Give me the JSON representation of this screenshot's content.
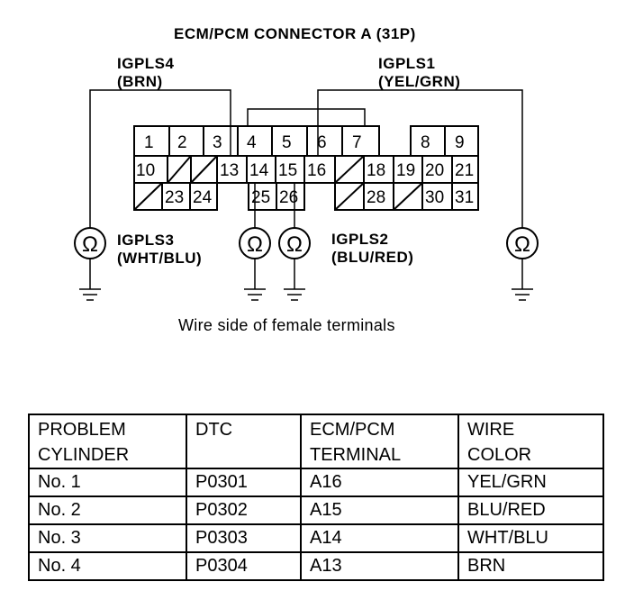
{
  "diagram": {
    "title": "ECM/PCM CONNECTOR A (31P)",
    "caption": "Wire side of female terminals",
    "labels": {
      "igpls4_name": "IGPLS4",
      "igpls4_color": "(BRN)",
      "igpls1_name": "IGPLS1",
      "igpls1_color": "(YEL/GRN)",
      "igpls3_name": "IGPLS3",
      "igpls3_color": "(WHT/BLU)",
      "igpls2_name": "IGPLS2",
      "igpls2_color": "(BLU/RED)"
    },
    "ohm_symbol": "Ω",
    "pins_row1": [
      "1",
      "2",
      "3",
      "4",
      "5",
      "6",
      "7",
      "8",
      "9"
    ],
    "pins_row2": [
      "10",
      "13",
      "14",
      "15",
      "16",
      "18",
      "19",
      "20",
      "21"
    ],
    "pins_row3": [
      "23",
      "24",
      "25",
      "26",
      "28",
      "30",
      "31"
    ]
  },
  "table": {
    "headers": [
      [
        "PROBLEM",
        "CYLINDER"
      ],
      [
        "DTC",
        ""
      ],
      [
        "ECM/PCM",
        "TERMINAL"
      ],
      [
        "WIRE",
        "COLOR"
      ]
    ],
    "rows": [
      {
        "cylinder": "No. 1",
        "dtc": "P0301",
        "terminal": "A16",
        "color": "YEL/GRN"
      },
      {
        "cylinder": "No. 2",
        "dtc": "P0302",
        "terminal": "A15",
        "color": "BLU/RED"
      },
      {
        "cylinder": "No. 3",
        "dtc": "P0303",
        "terminal": "A14",
        "color": "WHT/BLU"
      },
      {
        "cylinder": "No. 4",
        "dtc": "P0304",
        "terminal": "A13",
        "color": "BRN"
      }
    ]
  }
}
